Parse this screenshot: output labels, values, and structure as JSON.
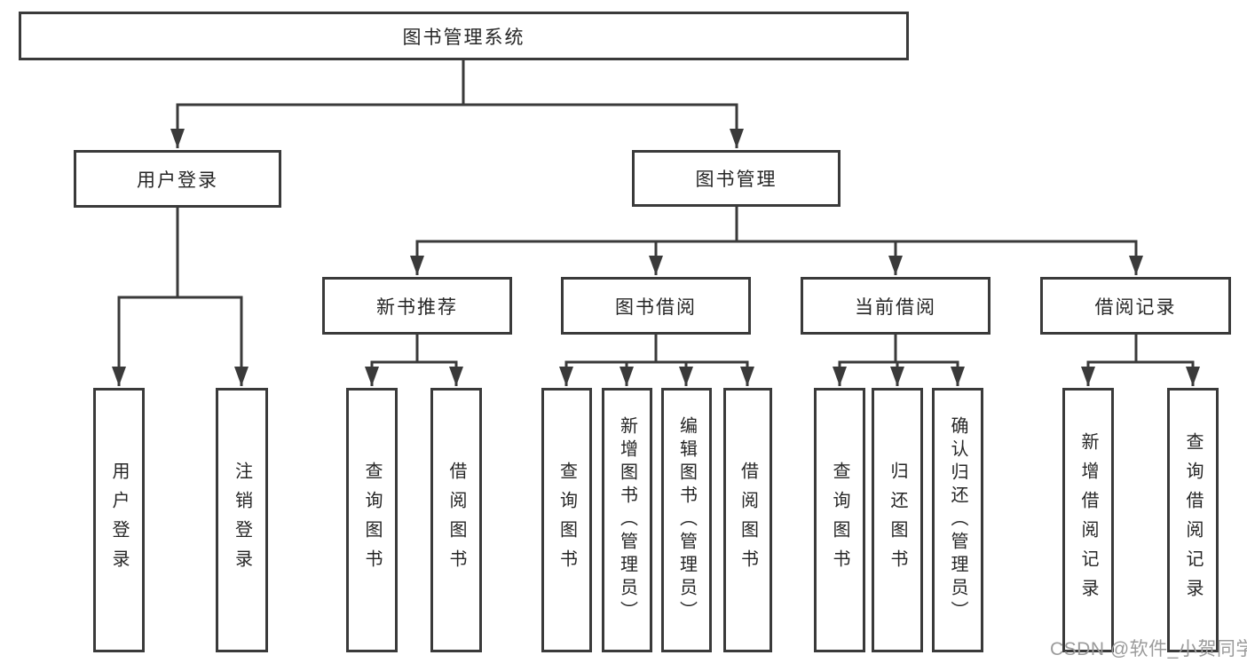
{
  "diagram": {
    "title": "图书管理系统",
    "root": {
      "label": "图书管理系统"
    },
    "level2": [
      {
        "label": "用户登录"
      },
      {
        "label": "图书管理"
      }
    ],
    "level3": [
      {
        "label": "新书推荐",
        "parent": "图书管理"
      },
      {
        "label": "图书借阅",
        "parent": "图书管理"
      },
      {
        "label": "当前借阅",
        "parent": "图书管理"
      },
      {
        "label": "借阅记录",
        "parent": "图书管理"
      }
    ],
    "leaves": [
      {
        "label": "用户登录",
        "parent": "用户登录"
      },
      {
        "label": "注销登录",
        "parent": "用户登录"
      },
      {
        "label": "查询图书",
        "parent": "新书推荐"
      },
      {
        "label": "借阅图书",
        "parent": "新书推荐"
      },
      {
        "label": "查询图书",
        "parent": "图书借阅"
      },
      {
        "label": "新增图书（管理员）",
        "parent": "图书借阅"
      },
      {
        "label": "编辑图书（管理员）",
        "parent": "图书借阅"
      },
      {
        "label": "借阅图书",
        "parent": "图书借阅"
      },
      {
        "label": "查询图书",
        "parent": "当前借阅"
      },
      {
        "label": "归还图书",
        "parent": "当前借阅"
      },
      {
        "label": "确认归还（管理员）",
        "parent": "当前借阅"
      },
      {
        "label": "新增借阅记录",
        "parent": "借阅记录"
      },
      {
        "label": "查询借阅记录",
        "parent": "借阅记录"
      }
    ],
    "watermark": "CSDN @软件_小贺同学",
    "colors": {
      "line": "#3a3a3a",
      "box_border": "#3a3a3a",
      "box_fill": "#ffffff",
      "text": "#262626",
      "watermark": "#9b9b9b",
      "background": "#ffffff"
    }
  }
}
